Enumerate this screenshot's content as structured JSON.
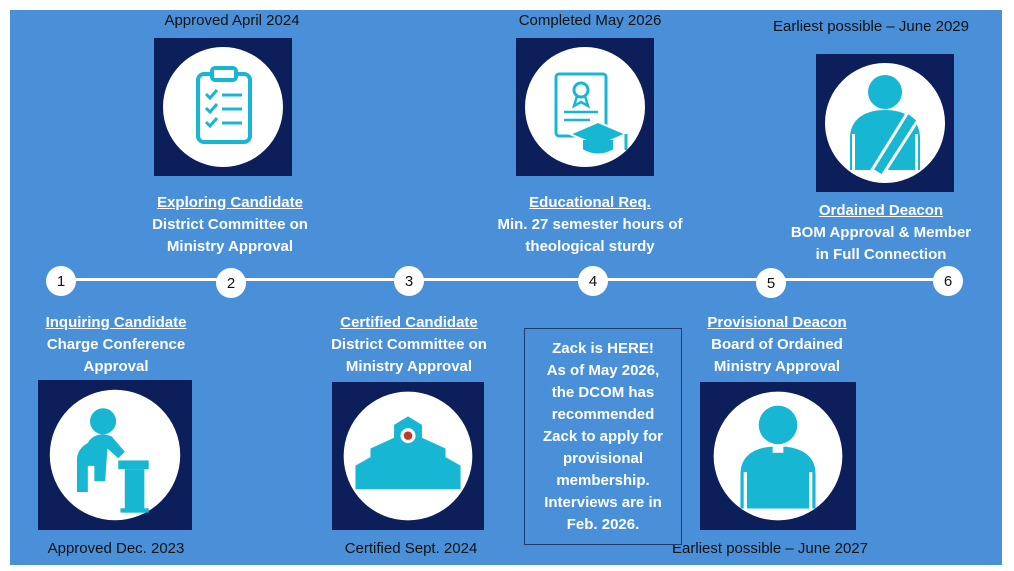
{
  "colors": {
    "background": "#4a90d9",
    "tile": "#0c1f5b",
    "icon_circle": "#ffffff",
    "icon": "#17b7d4",
    "title_text": "#ffffff",
    "caption_text": "#111111"
  },
  "steps": [
    {
      "number": "1",
      "title": "Inquiring Candidate",
      "desc_line1": "Charge Conference",
      "desc_line2": "Approval",
      "date": "Approved Dec. 2023",
      "icon": "praying-person-icon"
    },
    {
      "number": "2",
      "title": "Exploring Candidate",
      "desc_line1": "District Committee on",
      "desc_line2": "Ministry Approval",
      "date": "Approved April 2024",
      "icon": "clipboard-checklist-icon"
    },
    {
      "number": "3",
      "title": "Certified Candidate",
      "desc_line1": "District Committee on",
      "desc_line2": "Ministry Approval",
      "date": "Certified Sept. 2024",
      "icon": "church-icon"
    },
    {
      "number": "4",
      "title": "Educational Req.",
      "desc_line1": "Min. 27 semester hours of",
      "desc_line2": "theological sturdy",
      "date": "Completed May 2026",
      "icon": "diploma-graduation-cap-icon"
    },
    {
      "number": "5",
      "title": "Provisional Deacon",
      "desc_line1": "Board of Ordained",
      "desc_line2": "Ministry Approval",
      "date": "Earliest possible – June 2027",
      "icon": "clergy-person-icon"
    },
    {
      "number": "6",
      "title": "Ordained Deacon",
      "desc_line1": "BOM Approval & Member",
      "desc_line2": "in Full Connection",
      "date": "Earliest possible – June 2029",
      "icon": "deacon-stole-icon"
    }
  ],
  "status_box": {
    "lines": [
      "Zack is HERE!",
      "As of May 2026,",
      "the DCOM has",
      "recommended",
      "Zack to apply for",
      "provisional",
      "membership.",
      "Interviews are in",
      "Feb. 2026."
    ]
  }
}
